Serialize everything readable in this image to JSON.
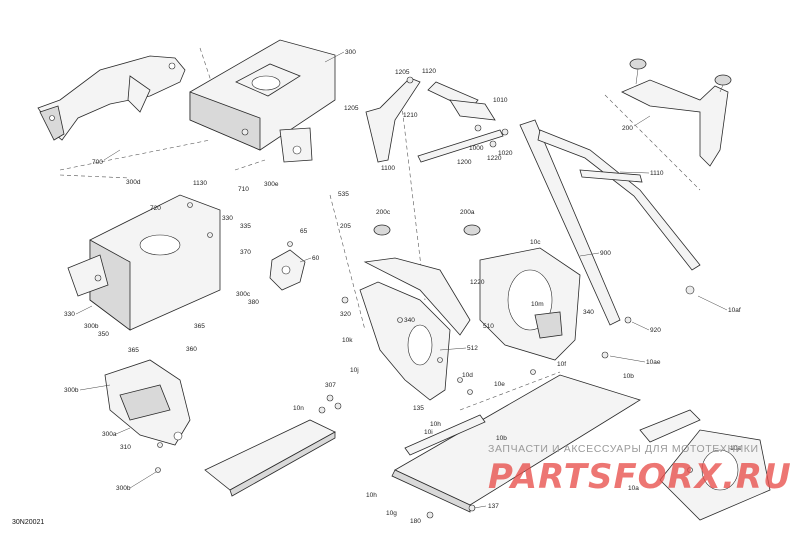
{
  "drawing_id": "30N20021",
  "watermark": {
    "tagline": "ЗАПЧАСТИ И АКСЕССУАРЫ ДЛЯ МОТОТЕХНИКИ",
    "logo": "PARTSFORX.RU",
    "color": "#e8504c"
  },
  "callouts": [
    "700",
    "300",
    "1205",
    "1120",
    "1010",
    "1205",
    "1210",
    "1200",
    "1100",
    "1000",
    "1220",
    "1020",
    "200",
    "1110",
    "300d",
    "1130",
    "710",
    "300e",
    "720",
    "330",
    "335",
    "65",
    "370",
    "60",
    "300c",
    "380",
    "330",
    "300b",
    "350",
    "365",
    "360",
    "365",
    "300b",
    "300a",
    "310",
    "300b",
    "535",
    "205",
    "200c",
    "200a",
    "10c",
    "1220",
    "900",
    "320",
    "340",
    "510",
    "10m",
    "340",
    "10af",
    "920",
    "10k",
    "512",
    "10f",
    "10j",
    "10d",
    "10e",
    "10ae",
    "10b",
    "307",
    "10n",
    "135",
    "10h",
    "10i",
    "10b",
    "10a",
    "10a",
    "10h",
    "10g",
    "180",
    "137"
  ]
}
